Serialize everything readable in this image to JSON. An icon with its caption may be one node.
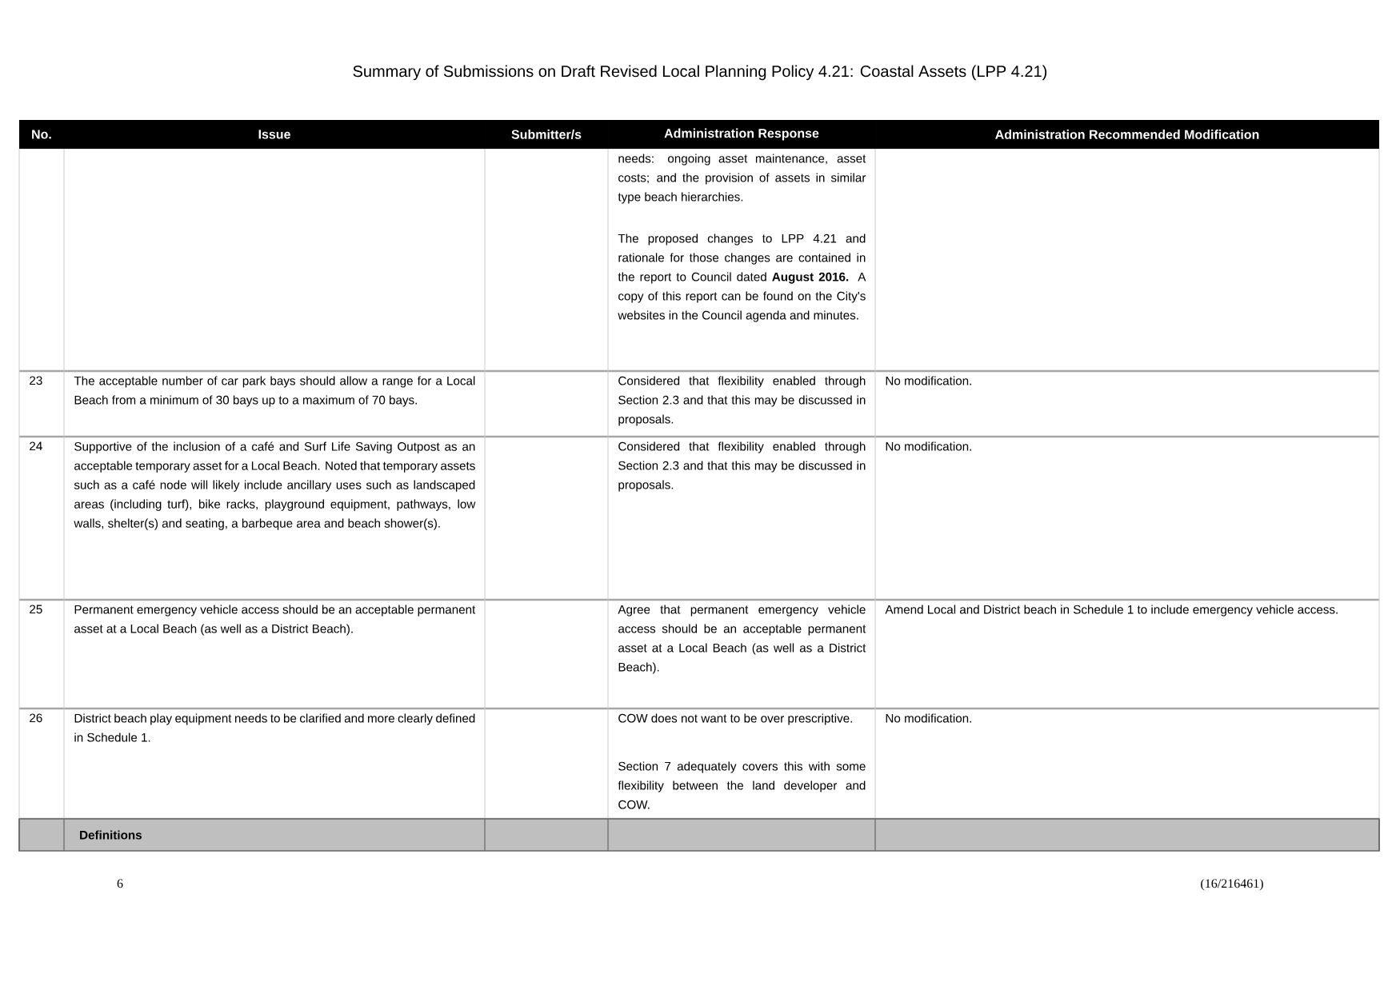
{
  "diagram": {
    "title": "Summary of Submissions on Draft Revised Local Planning Policy 4.21: Coastal Assets (LPP 4.21)",
    "labels": [
      "No.",
      "Issue",
      "Submitter/s",
      "Administration Response",
      "Administration Recommended Modification",
      "needs: ongoing asset maintenance, asset costs; and the provision of assets in similar type beach hierarchies.",
      "The proposed changes to LPP 4.21 and rationale for those changes are contained in the report to Council dated **August 2016.** A copy of this report can be found on the City's websites in the Council agenda and minutes.",
      "23",
      "The acceptable number of car park bays should allow a range for a Local Beach from a minimum of 30 bays up to a maximum of 70 bays.",
      "Considered that flexibility enabled through Section 2.3 and that this may be discussed in proposals.",
      "No modification.",
      "24",
      "Supportive of the inclusion of a café and Surf Life Saving Outpost as an acceptable temporary asset for a Local Beach. Noted that temporary assets such as a café node will likely include ancillary uses such as landscaped areas (including turf), bike racks, playground equipment, pathways, low walls, shelter(s) and seating, a barbeque area and beach shower(s).",
      "Considered that flexibility enabled through Section 2.3 and that this may be discussed in proposals.",
      "No modification.",
      "25",
      "Permanent emergency vehicle access should be an acceptable permanent asset at a Local Beach (as well as a District Beach).",
      "Agree that permanent emergency vehicle access should be an acceptable permanent asset at a Local Beach (as well as a District Beach).",
      "Amend Local and District beach in Schedule 1 to include emergency vehicle access.",
      "26",
      "District beach play equipment needs to be clarified and more clearly defined in Schedule 1.",
      "COW does not want to be over prescriptive.",
      "Section 7 adequately covers this with some flexibility between the land developer and COW.",
      "No modification.",
      "Definitions",
      "6",
      "(16/216461)"
    ]
  }
}
